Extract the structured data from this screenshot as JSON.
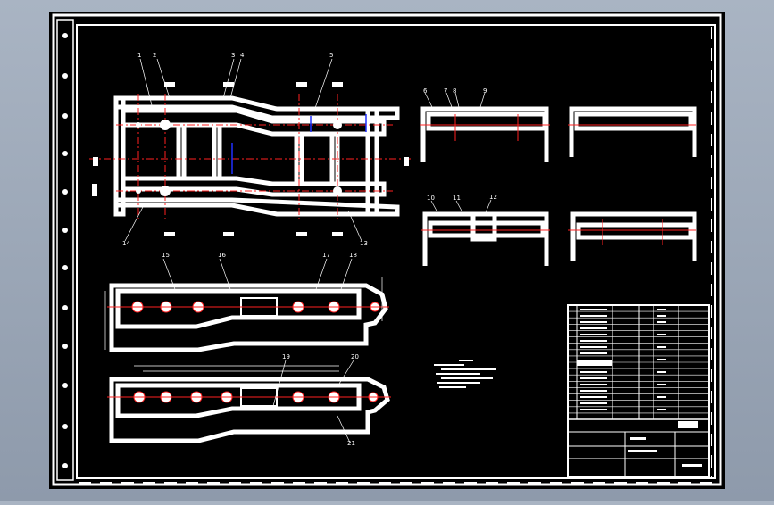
{
  "callouts": [
    "1",
    "2",
    "3",
    "4",
    "5",
    "6",
    "7",
    "8",
    "9",
    "10",
    "11",
    "12",
    "13",
    "14",
    "15",
    "16",
    "17",
    "18",
    "19",
    "20",
    "21"
  ],
  "bom_rows": 18,
  "colors": {
    "background": "#000000",
    "frame": "#ffffff",
    "centerline": "#ff2020",
    "hidden": "#2030ff",
    "desktop": "#9aa6b6"
  }
}
